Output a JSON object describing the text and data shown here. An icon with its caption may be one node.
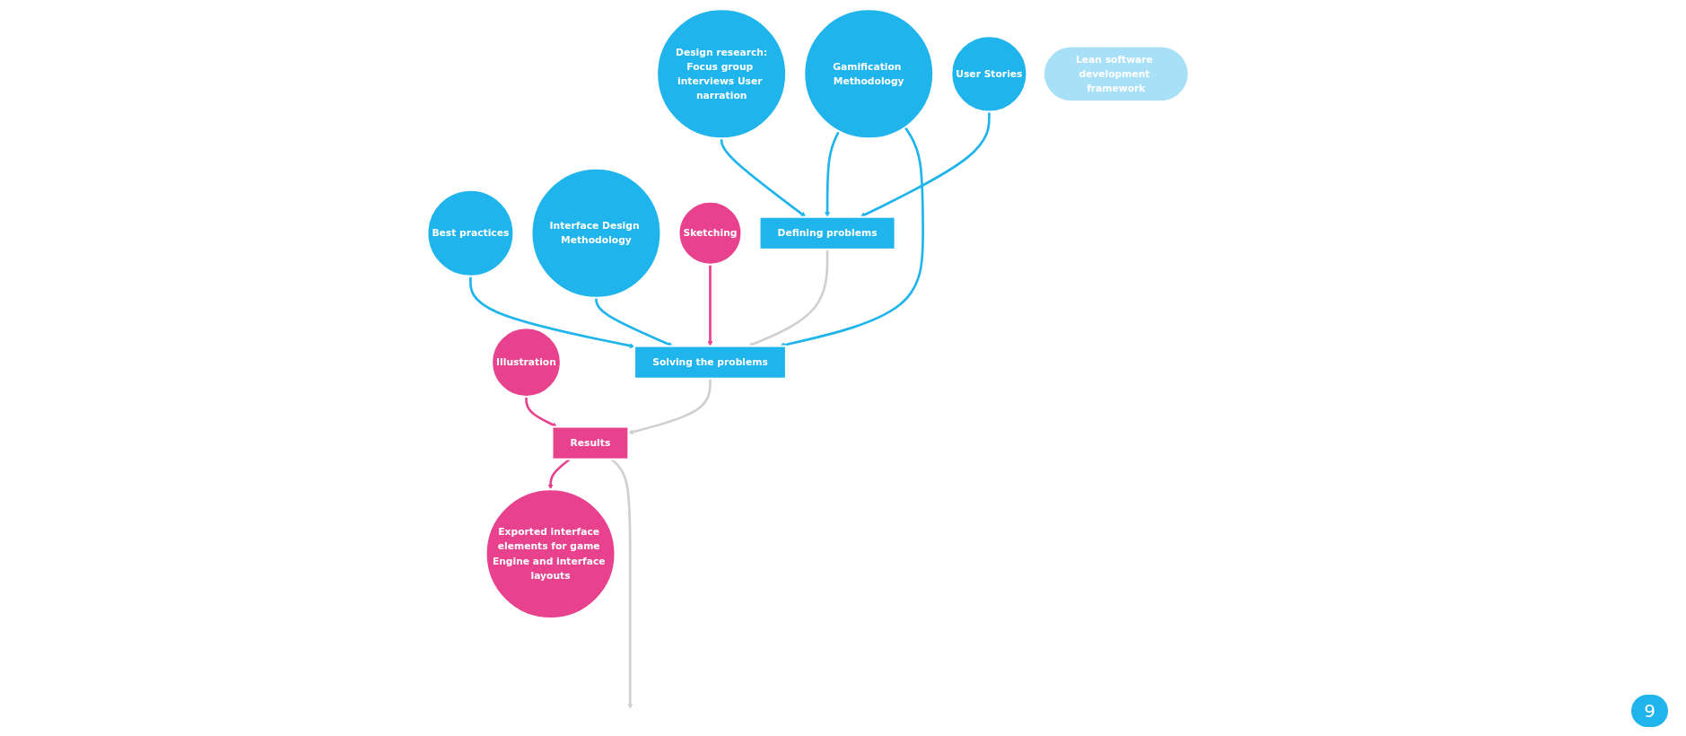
{
  "diagram": {
    "nodes": [
      {
        "text": [
          "Design research:",
          "Focus group interviews User narration"
        ]
      },
      {
        "text": [
          "User Stories"
        ]
      },
      {
        "text": [
          "Gamification Methodology"
        ]
      },
      {
        "text": [
          "Best practices"
        ]
      },
      {
        "text": [
          "Interface Design Methodology"
        ]
      },
      {
        "text": [
          "Sketching"
        ]
      },
      {
        "text": [
          "Illustration"
        ]
      },
      {
        "text": [
          "Exported interface elements for game Engine and interface layouts"
        ]
      },
      {
        "text": [
          "Defining problems"
        ]
      },
      {
        "text": [
          "Solving the problems"
        ]
      },
      {
        "text": [
          "Results"
        ]
      },
      {
        "text": [
          "Lean software development framework"
        ]
      }
    ],
    "edges": [
      {
        "from": 0,
        "to": 8,
        "arrow": "to"
      },
      {
        "from": 1,
        "to": 8,
        "arrow": "to"
      },
      {
        "from": 2,
        "to": 8,
        "arrow": "to"
      },
      {
        "from": 2,
        "to": 9,
        "arrow": "to"
      },
      {
        "from": 3,
        "to": 9,
        "arrow": "to"
      },
      {
        "from": 4,
        "to": 9,
        "arrow": "to"
      },
      {
        "from": 5,
        "to": 9,
        "arrow": "to",
        "color": "#e8428f"
      },
      {
        "from": 6,
        "to": 10,
        "arrow": "to",
        "color": "#e8428f"
      },
      {
        "from": 10,
        "to": 7,
        "arrow": "to",
        "color": "#e8428f"
      },
      {
        "from": 8,
        "to": 9,
        "arrow": "to",
        "color": "#d0d0d0"
      },
      {
        "from": 9,
        "to": 10,
        "arrow": "to",
        "color": "#d0d0d0"
      },
      {
        "from": 10,
        "to": null,
        "arrow": "to",
        "color": "#d0d0d0"
      }
    ],
    "labels": [
      "9"
    ]
  }
}
